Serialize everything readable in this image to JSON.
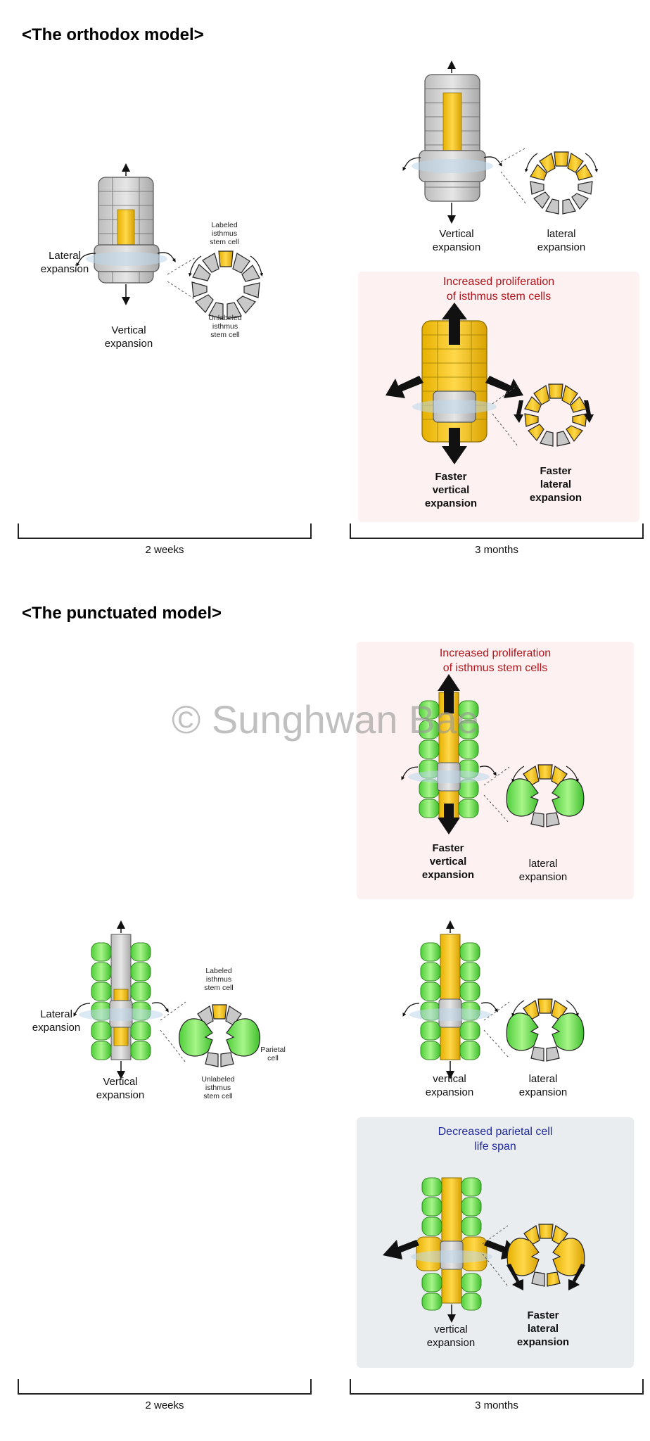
{
  "orthodox": {
    "title": "<The orthodox model>",
    "left": {
      "lateral": "Lateral\nexpansion",
      "vertical": "Vertical\nexpansion",
      "labeled": "Labeled\nisthmus\nstem cell",
      "unlabeled": "Unlabeled\nisthmus\nstem cell"
    },
    "right_top": {
      "vertical": "Vertical\nexpansion",
      "lateral": "lateral\nexpansion"
    },
    "right_panel": {
      "title": "Increased proliferation\nof isthmus stem cells",
      "vertical": "Faster\nvertical\nexpansion",
      "lateral": "Faster\nlateral\nexpansion"
    },
    "bracket_left": "2 weeks",
    "bracket_right": "3 months"
  },
  "punctuated": {
    "title": "<The punctuated model>",
    "watermark": "© Sunghwan Bae",
    "top_panel": {
      "title": "Increased proliferation\nof isthmus stem cells",
      "vertical": "Faster\nvertical\nexpansion",
      "lateral": "lateral\nexpansion"
    },
    "left": {
      "lateral": "Lateral\nexpansion",
      "vertical": "Vertical\nexpansion",
      "labeled": "Labeled\nisthmus\nstem cell",
      "unlabeled": "Unlabeled\nisthmus\nstem cell",
      "parietal": "Parietal\ncell"
    },
    "middle": {
      "vertical": "vertical\nexpansion",
      "lateral": "lateral\nexpansion"
    },
    "bottom_panel": {
      "title": "Decreased parietal cell\nlife span",
      "vertical": "vertical\nexpansion",
      "lateral": "Faster\nlateral\nexpansion"
    },
    "bracket_left": "2 weeks",
    "bracket_right": "3 months"
  },
  "colors": {
    "yellow": "#f5c400",
    "grey": "#c8c8c8",
    "green": "#7ee85a",
    "panel_pink": "#fdf1f1",
    "panel_grey": "#e9edf0",
    "red_text": "#b3141b",
    "blue_text": "#1f2a9c"
  }
}
